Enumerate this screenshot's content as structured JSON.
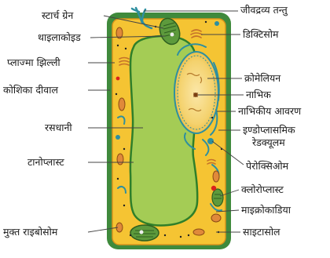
{
  "diagram": {
    "labels": {
      "starch_grain": "स्टार्च ग्रेन",
      "thylakoid": "थाइलाकोइड",
      "plasma_membrane": "प्लाज्मा झिल्ली",
      "cell_wall": "कोशिका दीवाल",
      "vacuole": "रसधानी",
      "tonoplast": "टानोप्लास्ट",
      "free_ribosome": "मुक्त राइबोसोम",
      "plasmodesmata": "जीवद्रव्य तन्तु",
      "dictyosome": "डिक्टिसोम",
      "chromatin": "क्रोमेलियन",
      "nucleolus": "नाभिक",
      "nuclear_envelope": "नाभिकीय आवरण",
      "er_line1": "इण्डोप्लासमिक",
      "er_line2": "रेडक्यूलम",
      "peroxisome": "पेरोक्सिओम",
      "chloroplast": "क्लोरोप्लास्ट",
      "mitochondria": "माइक्रोकाडिया",
      "cytosol": "साइटासोल"
    },
    "colors": {
      "cell_wall": "#3f8a3c",
      "cytoplasm": "#f5c433",
      "vacuole": "#a4cc55",
      "tonoplast": "#2f7f2a",
      "organelle_teal": "#2e8fa0",
      "mitochondria": "#c5722a",
      "chloroplast": "#5d9a3c",
      "leader_line": "#444444"
    }
  }
}
